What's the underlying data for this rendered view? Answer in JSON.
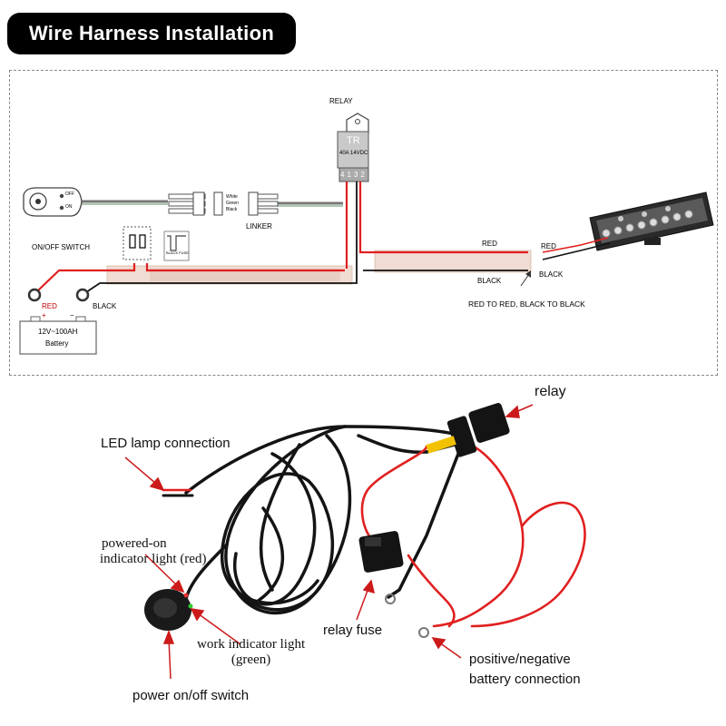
{
  "title": "Wire Harness Installation",
  "diagram": {
    "relay_label": "RELAY",
    "relay_brand": "TR",
    "relay_rating": "40A 14VDC",
    "relay_pins": [
      "4",
      "1",
      "3",
      "2"
    ],
    "switch_label": "ON/OFF SWITCH",
    "switch_off": "OFF",
    "switch_on": "ON",
    "linker_label": "LINKER",
    "linker_colors": [
      "White",
      "Green",
      "Black"
    ],
    "fuse_text": "BLACK FUSE",
    "battery_red": "RED",
    "battery_black": "BLACK",
    "battery_spec": "12V~100AH",
    "battery_name": "Battery",
    "battery_plus": "+",
    "battery_minus": "−",
    "lamp_red_left": "RED",
    "lamp_black_left": "BLACK",
    "lamp_red_right": "RED",
    "lamp_black_right": "BLACK",
    "instruction": "RED TO RED, BLACK TO BLACK"
  },
  "photo_labels": {
    "relay": "relay",
    "led_lamp": "LED lamp connection",
    "powered_on_line1": "powered-on",
    "powered_on_line2": "indicator light (red)",
    "relay_fuse": "relay fuse",
    "work_indicator_line1": "work indicator light",
    "work_indicator_line2": "(green)",
    "battery_line1": "positive/negative",
    "battery_line2": "battery connection",
    "power_switch": "power on/off switch"
  },
  "colors": {
    "red_wire": "#e02020",
    "arrow_red": "#cc1a1a",
    "black_wire": "#111111",
    "sheath": "#ecd5cb"
  }
}
